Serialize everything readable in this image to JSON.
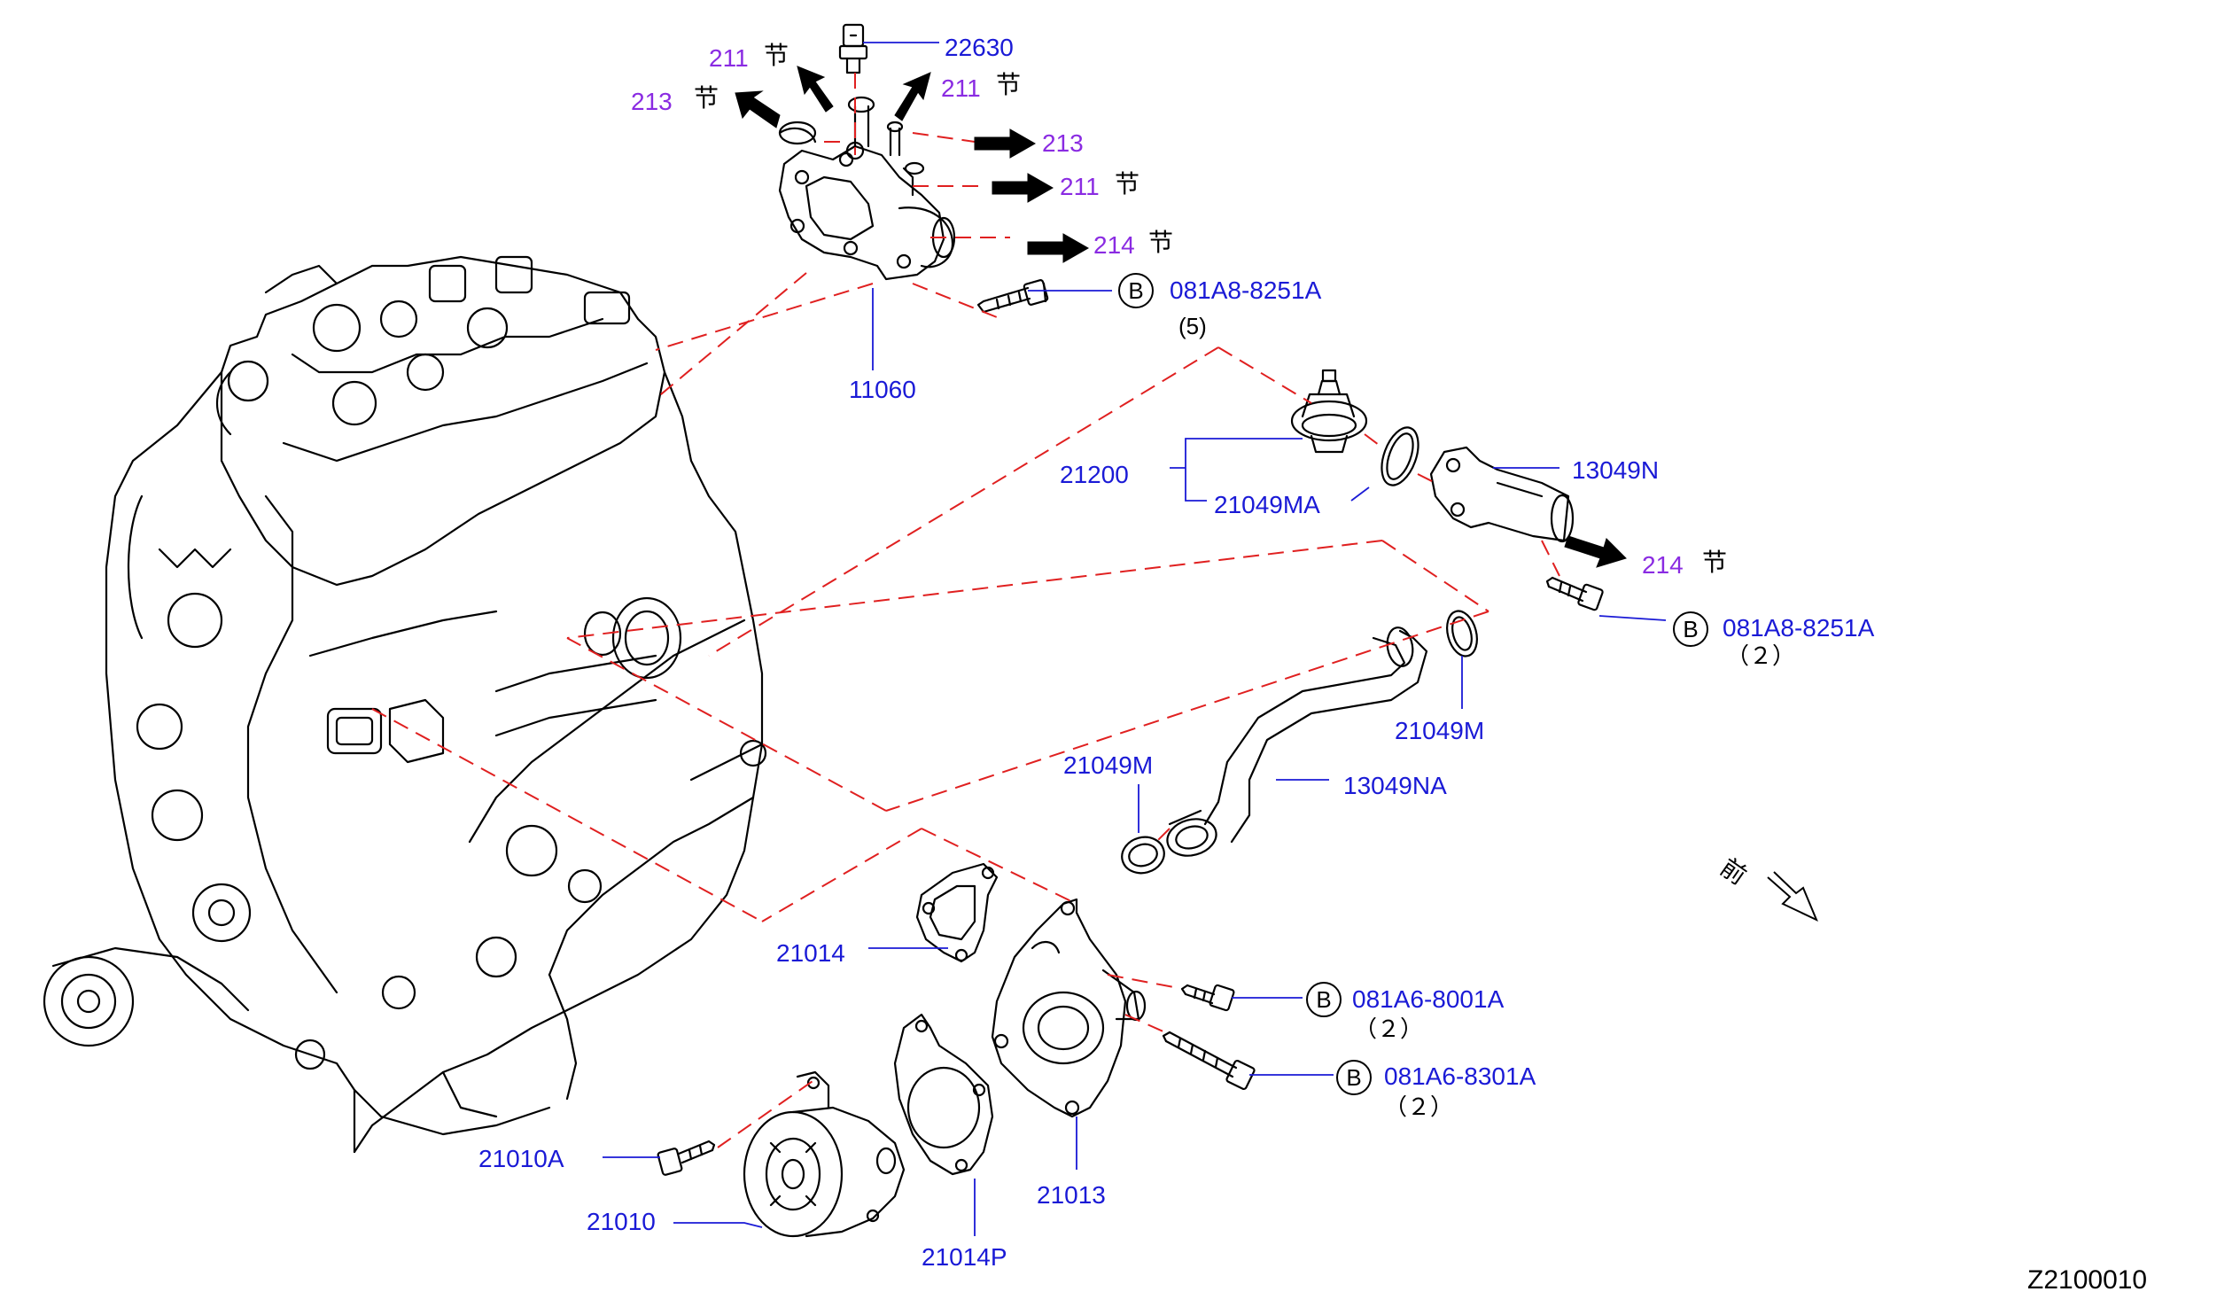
{
  "diagram": {
    "figure_id": "Z2100010",
    "front_label": "前",
    "section_mark": "节",
    "bolt_symbol": "B",
    "part_numbers": {
      "sensor": "22630",
      "thermostat_housing": "11060",
      "thermostat_assy": "21200",
      "thermostat_gasket": "21049MA",
      "water_outlet": "13049N",
      "outlet_pipe_gasket_upper": "21049M",
      "outlet_pipe_gasket_lower": "21049M",
      "water_pipe": "13049NA",
      "pump_gasket": "21014",
      "pump_housing": "21013",
      "pump_housing_gasket": "21014P",
      "water_pump": "21010",
      "pump_bolt": "21010A"
    },
    "bolts": [
      {
        "part": "081A8-8251A",
        "qty": "(5)"
      },
      {
        "part": "081A8-8251A",
        "qty": "（２）"
      },
      {
        "part": "081A6-8001A",
        "qty": "（２）"
      },
      {
        "part": "081A6-8301A",
        "qty": "（２）"
      }
    ],
    "section_refs": {
      "r213_left": "213",
      "r211_top": "211",
      "r211_upper_right": "211",
      "r213_right": "213",
      "r211_right": "211",
      "r214_right": "214",
      "r214_outlet": "214"
    },
    "colors": {
      "part_number": "#1a1ad6",
      "section_ref": "#8a2be2",
      "leader_dash": "#e02020",
      "leader_line": "#1a1ad6",
      "linework": "#000000"
    }
  }
}
